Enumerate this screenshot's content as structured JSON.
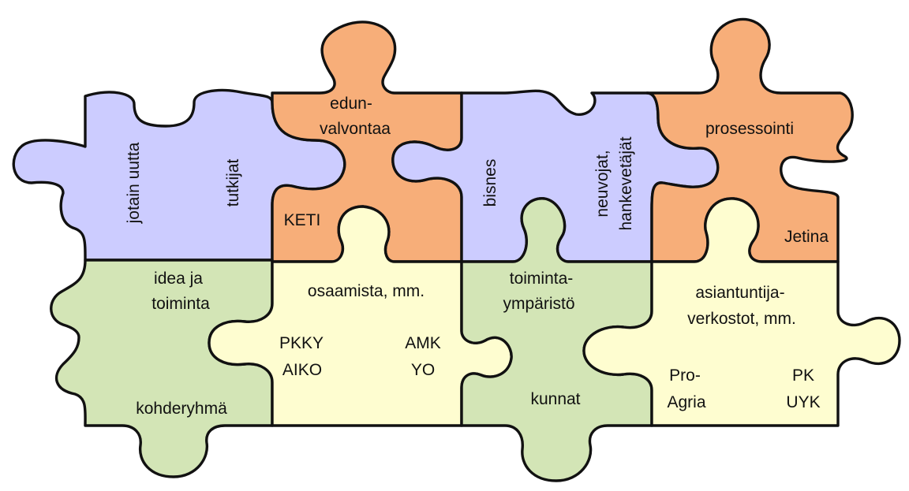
{
  "colors": {
    "purple": "#ccccff",
    "orange": "#f7ae79",
    "green": "#d3e5b6",
    "yellow": "#fefdd0",
    "outline": "#111111"
  },
  "labels": {
    "jotain_uutta": "jotain uutta",
    "tutkijat": "tutkijat",
    "edun_1": "edun-",
    "edun_2": "valvontaa",
    "keti": "KETI",
    "bisnes": "bisnes",
    "neuvojat_1": "neuvojat,",
    "neuvojat_2": "hankevetäjät",
    "prosessointi": "prosessointi",
    "jetina": "Jetina",
    "idea_1": "idea ja",
    "idea_2": "toiminta",
    "kohderyhma": "kohderyhmä",
    "osaamista": "osaamista, mm.",
    "pkky": "PKKY",
    "aiko": "AIKO",
    "amk": "AMK",
    "yo": "YO",
    "toiminta_1": "toiminta-",
    "toiminta_2": "ympäristö",
    "kunnat": "kunnat",
    "asiantuntija_1": "asiantuntija-",
    "asiantuntija_2": "verkostot, mm.",
    "proagria_1": "Pro-",
    "proagria_2": "Agria",
    "pk": "PK",
    "uyk": "UYK"
  }
}
